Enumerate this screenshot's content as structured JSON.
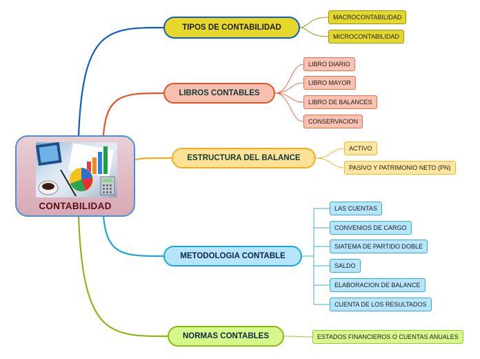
{
  "root": {
    "title": "CONTABILIDAD",
    "image": "accounting-charts-photo"
  },
  "branches": [
    {
      "key": "tipos",
      "label": "TIPOS DE CONTABILIDAD",
      "color": "#0b5cc5",
      "fill": "#e6d82a",
      "border": "#0b5cc5",
      "leaf_fill": "#e6d82a",
      "leaf_border": "#9b9212",
      "text_color": "#1c1c1c",
      "children": [
        "MACROCONTABILIDAD",
        "MICROCONTABILIDAD"
      ]
    },
    {
      "key": "libros",
      "label": "LIBROS CONTABLES",
      "color": "#e4522a",
      "fill": "#f7bfad",
      "border": "#e4522a",
      "leaf_fill": "#f9c3b3",
      "leaf_border": "#e4704f",
      "text_color": "#0d3b3b",
      "children": [
        "LIBRO DIARIO",
        "LIBRO MAYOR",
        "LIBRO DE BALANCES",
        "CONSERVACION"
      ]
    },
    {
      "key": "estructura",
      "label": "ESTRUCTURA DEL BALANCE",
      "color": "#f2ad1f",
      "fill": "#fde194",
      "border": "#f2ad1f",
      "leaf_fill": "#fde69d",
      "leaf_border": "#f2b63a",
      "text_color": "#0d3b3b",
      "children": [
        "ACTIVO",
        "PASIVO Y PATRIMONIO NETO (PN)"
      ]
    },
    {
      "key": "metodologia",
      "label": "METODOLOGIA CONTABLE",
      "color": "#19a5df",
      "fill": "#b5e4fb",
      "border": "#19a5df",
      "leaf_fill": "#b7e5fb",
      "leaf_border": "#36a9db",
      "text_color": "#0d2740",
      "children": [
        "LAS CUENTAS",
        "CONVENIOS DE CARGO",
        "SIATEMA DE PARTIDO DOBLE",
        "SALDO",
        "ELABORACION DE BALANCE",
        "CUENTA DE LOS RESULTADOS"
      ]
    },
    {
      "key": "normas",
      "label": "NORMAS CONTABLES",
      "color": "#8ab812",
      "fill": "#d6f78a",
      "border": "#8ab812",
      "leaf_fill": "#d8f78e",
      "leaf_border": "#9cc534",
      "text_color": "#0d2740",
      "children": [
        "ESTADOS FINANCIEROS O CUENTAS ANUALES"
      ]
    }
  ]
}
